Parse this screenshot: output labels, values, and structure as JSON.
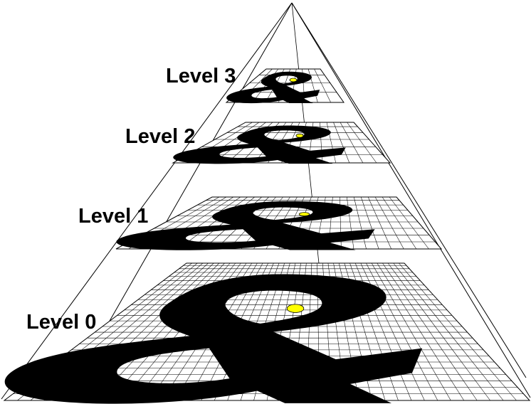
{
  "levels": [
    {
      "label": "Level 0"
    },
    {
      "label": "Level 1"
    },
    {
      "label": "Level 2"
    },
    {
      "label": "Level 3"
    }
  ],
  "glyph": "&",
  "colors": {
    "background": "#ffffff",
    "line": "#000000",
    "glyph_fill": "#000000",
    "highlight": "#ffff00"
  }
}
